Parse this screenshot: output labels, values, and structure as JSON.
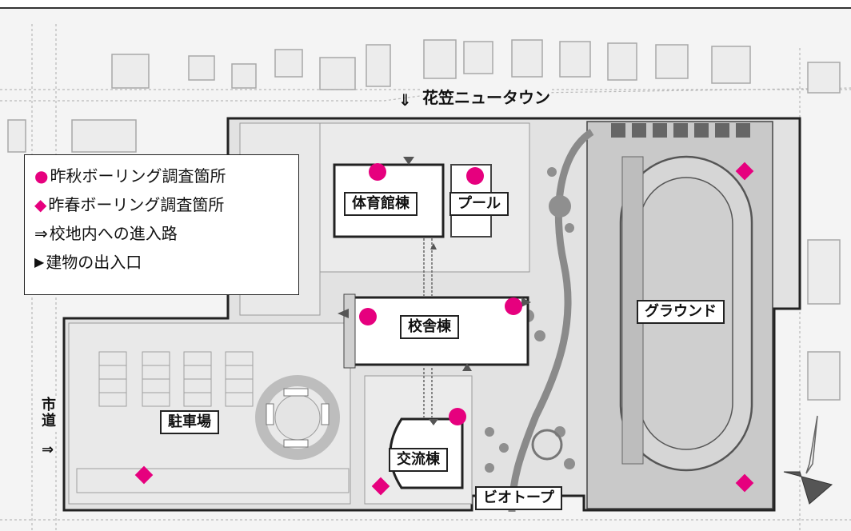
{
  "legend": {
    "items": [
      {
        "symbol": "●",
        "symbol_name": "boring-circle-icon",
        "text": "昨秋ボーリング調査箇所"
      },
      {
        "symbol": "◆",
        "symbol_name": "boring-diamond-icon",
        "text": "昨春ボーリング調査箇所"
      },
      {
        "symbol": "⇒",
        "symbol_name": "entry-arrow-icon",
        "text": "校地内への進入路"
      },
      {
        "symbol": "▶",
        "symbol_name": "entrance-triangle-icon",
        "text": "建物の出入口"
      }
    ]
  },
  "labels": {
    "town": "花笠ニュータウン",
    "town_arrow": "⇓",
    "gym": "体育館棟",
    "pool": "プール",
    "school": "校舎棟",
    "ground": "グラウンド",
    "parking": "駐車場",
    "exchange": "交流棟",
    "biotope": "ビオトープ",
    "city_road": "市道",
    "city_road_arrow": "⇒"
  },
  "colors": {
    "marker": "#e6007e",
    "outline": "#222222",
    "land": "#d9d9d9",
    "lot": "#eeeeee"
  }
}
